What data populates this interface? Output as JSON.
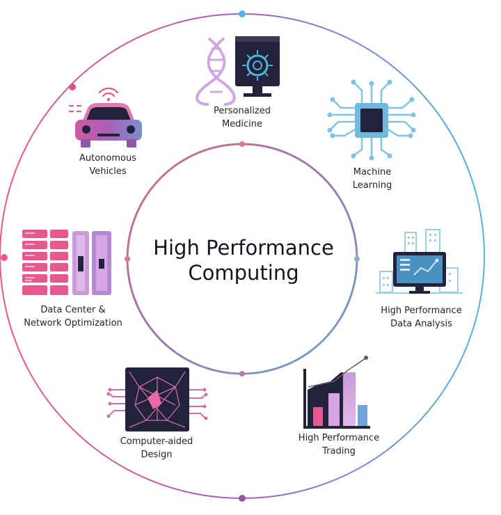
{
  "center": {
    "title": "High Performance\nComputing"
  },
  "items": [
    {
      "id": "personalized-medicine",
      "label": "Personalized\nMedicine",
      "icon": "dna-monitor-icon"
    },
    {
      "id": "machine-learning",
      "label": "Machine\nLearning",
      "icon": "chip-circuit-icon"
    },
    {
      "id": "hpda",
      "label": "High Performance\nData Analysis",
      "icon": "city-monitor-icon"
    },
    {
      "id": "hp-trading",
      "label": "High Performance\nTrading",
      "icon": "bar-chart-icon"
    },
    {
      "id": "cad",
      "label": "Computer-aided\nDesign",
      "icon": "mesh-chip-icon"
    },
    {
      "id": "datacenter",
      "label": "Data Center &\nNetwork Optimization",
      "icon": "server-rack-icon"
    },
    {
      "id": "autonomous",
      "label": "Autonomous\nVehicles",
      "icon": "car-wifi-icon"
    }
  ],
  "colors": {
    "pink": "#e8578e",
    "purple": "#8e5aa8",
    "blue": "#4fb5de",
    "dark": "#22223a",
    "lilac": "#c79ad8"
  }
}
